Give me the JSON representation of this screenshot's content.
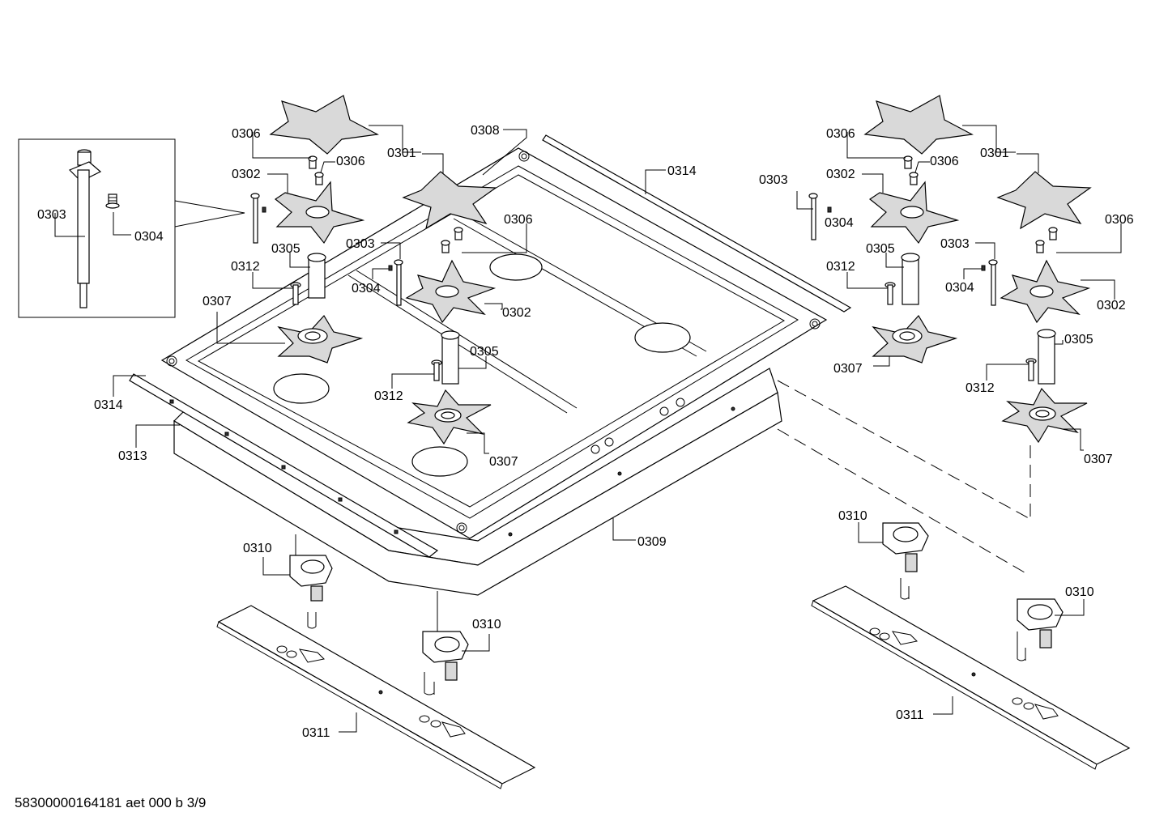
{
  "callouts": {
    "c0301_l": "0301",
    "c0301_r": "0301",
    "c0302_l1": "0302",
    "c0302_l2": "0302",
    "c0302_r1": "0302",
    "c0302_r2": "0302",
    "c0303_inset": "0303",
    "c0303_l": "0303",
    "c0303_r1": "0303",
    "c0303_r2": "0303",
    "c0304_inset": "0304",
    "c0304_l": "0304",
    "c0304_r1": "0304",
    "c0304_r2": "0304",
    "c0305_l1": "0305",
    "c0305_l2": "0305",
    "c0305_r1": "0305",
    "c0305_r2": "0305",
    "c0306_l1": "0306",
    "c0306_l2": "0306",
    "c0306_l3": "0306",
    "c0306_r1": "0306",
    "c0306_r2": "0306",
    "c0306_r3": "0306",
    "c0307_l1": "0307",
    "c0307_l2": "0307",
    "c0307_r1": "0307",
    "c0307_r2": "0307",
    "c0308": "0308",
    "c0309": "0309",
    "c0310_l1": "0310",
    "c0310_l2": "0310",
    "c0310_r1": "0310",
    "c0310_r2": "0310",
    "c0311_l": "0311",
    "c0311_r": "0311",
    "c0312_l1": "0312",
    "c0312_l2": "0312",
    "c0312_r1": "0312",
    "c0312_r2": "0312",
    "c0313": "0313",
    "c0314_l": "0314",
    "c0314_r": "0314"
  },
  "footer": {
    "doc_id": "58300000164181 aet 000 b 3/9"
  }
}
